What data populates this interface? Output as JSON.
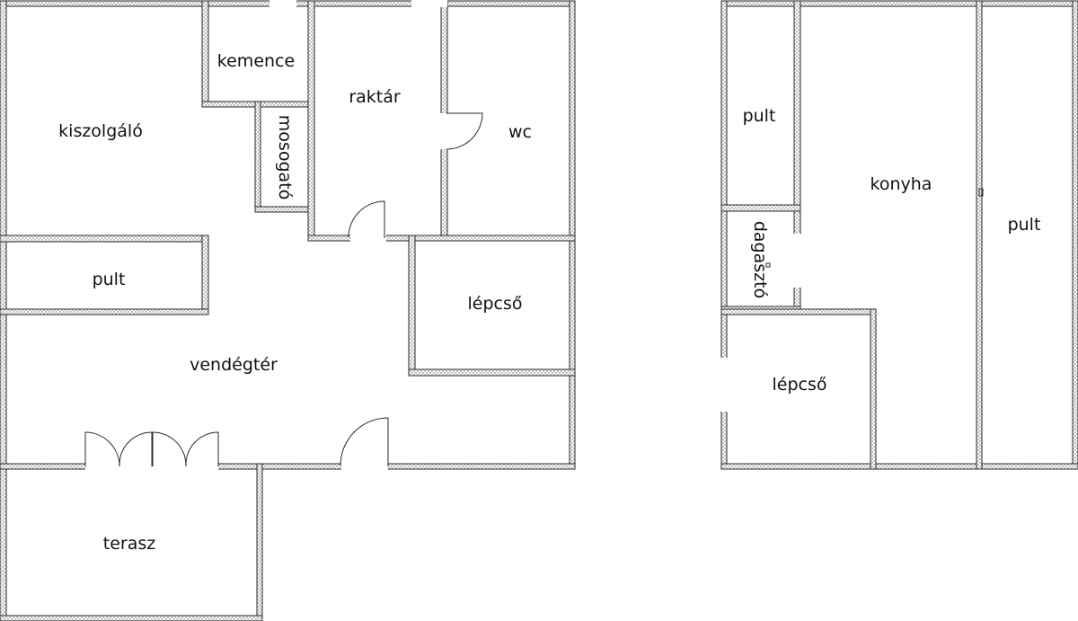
{
  "colors": {
    "wall_outline": "#2a2a2a",
    "wall_fill": "#d2d2d2",
    "background": "#ffffff"
  },
  "rooms": {
    "kiszolgalo": "kiszolgáló",
    "kemence": "kemence",
    "mosogato": "mosogató",
    "raktar": "raktár",
    "wc": "wc",
    "pult_ground": "pult",
    "lepcso_ground": "lépcső",
    "vendegter": "vendégtér",
    "terasz": "terasz",
    "pult_upper_left": "pult",
    "dagaszto": "dagasztó",
    "konyha": "konyha",
    "pult_upper_right": "pult",
    "lepcso_upper": "lépcső"
  }
}
